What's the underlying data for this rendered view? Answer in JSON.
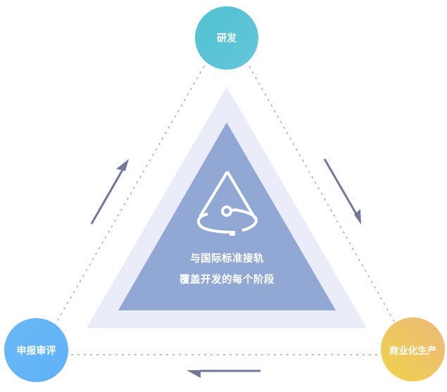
{
  "diagram": {
    "title": "研发 → 商业化生产 → 申报审评 cycle",
    "nodes": [
      {
        "id": "top",
        "label": "研发",
        "color_from": "#4fc1cf",
        "color_to": "#66c6dc"
      },
      {
        "id": "right",
        "label": "商业化生产",
        "color_from": "#f0d24a",
        "color_to": "#ebb97c"
      },
      {
        "id": "left",
        "label": "申报审评",
        "color_from": "#6ab8f6",
        "color_to": "#5fb2f8"
      }
    ],
    "center": {
      "icon": "cone-orbit-icon",
      "line1": "与国际标准接轨",
      "line2": "覆盖开发的每个阶段"
    },
    "flow": [
      {
        "from": "研发",
        "to": "商业化生产",
        "arrow": "arrow-down-right-icon"
      },
      {
        "from": "商业化生产",
        "to": "申报审评",
        "arrow": "arrow-left-icon"
      },
      {
        "from": "申报审评",
        "to": "研发",
        "arrow": "arrow-up-right-icon"
      }
    ],
    "colors": {
      "outer_triangle": "#eaecfa",
      "inner_triangle": "#91a8d4",
      "arrow": "#737798",
      "dotted_line": "#a9a9a9"
    }
  }
}
